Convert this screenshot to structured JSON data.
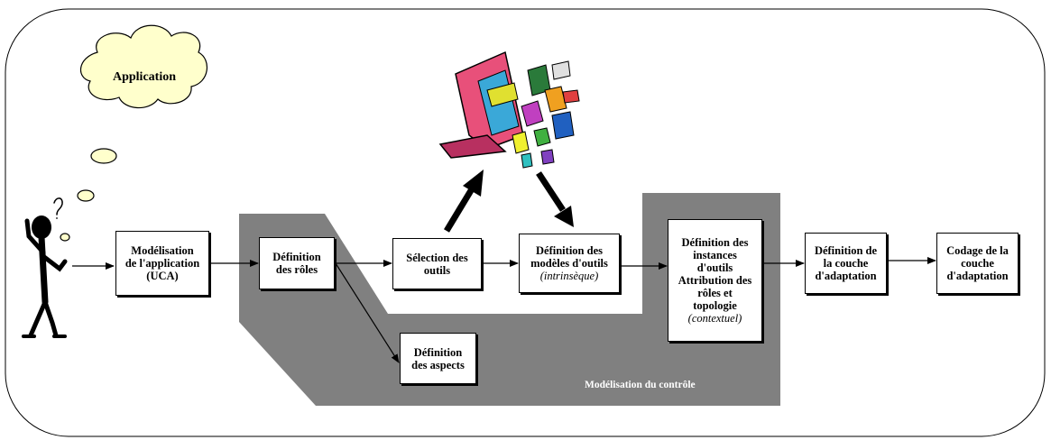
{
  "cloud": {
    "label": "Application"
  },
  "region": {
    "label": "Modélisation du contrôle"
  },
  "boxes": {
    "modelisation_app": [
      "Modélisation",
      "de l'application",
      "(UCA)"
    ],
    "definition_roles": [
      "Définition",
      "des rôles"
    ],
    "selection_outils": [
      "Sélection des",
      "outils"
    ],
    "modeles_outils": [
      "Définition des",
      "modèles d'outils"
    ],
    "modeles_outils_note": "(intrinsèque)",
    "instances_outils": [
      "Définition des",
      "instances",
      "d'outils",
      "Attribution des",
      "rôles et",
      "topologie"
    ],
    "instances_outils_note": "(contextuel)",
    "aspects": [
      "Définition",
      "des aspects"
    ],
    "couche_adaptation": [
      "Définition de",
      "la couche",
      "d'adaptation"
    ],
    "codage": [
      "Codage de la",
      "couche",
      "d'adaptation"
    ]
  },
  "colors": {
    "region_fill": "#808080",
    "stroke": "#000000",
    "cloud_fill": "#ffffcc"
  }
}
